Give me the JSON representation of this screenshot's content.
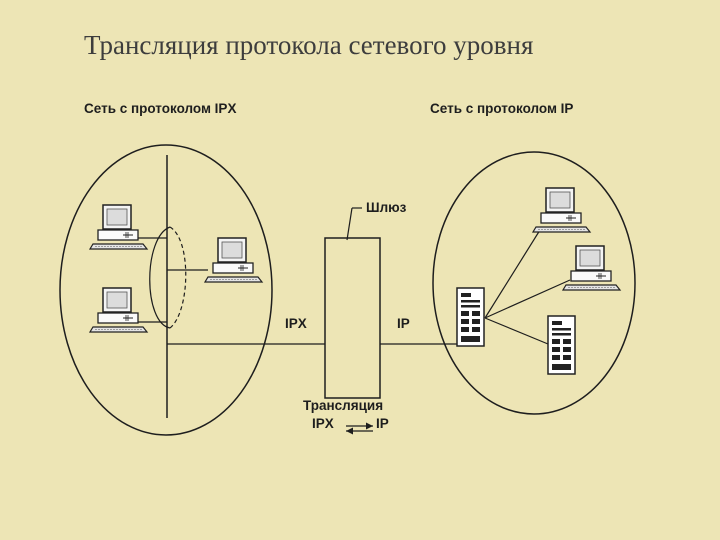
{
  "title": "Трансляция протокола сетевого уровня",
  "left_network": {
    "label": "Сеть с протоколом IPX"
  },
  "right_network": {
    "label": "Сеть с протоколом IP"
  },
  "gateway": {
    "label": "Шлюз",
    "left_port": "IPX",
    "right_port": "IP"
  },
  "translation": {
    "line1": "Трансляция",
    "from": "IPX",
    "to": "IP"
  },
  "colors": {
    "background": "#ede5b5",
    "line": "#1e1e1e"
  }
}
